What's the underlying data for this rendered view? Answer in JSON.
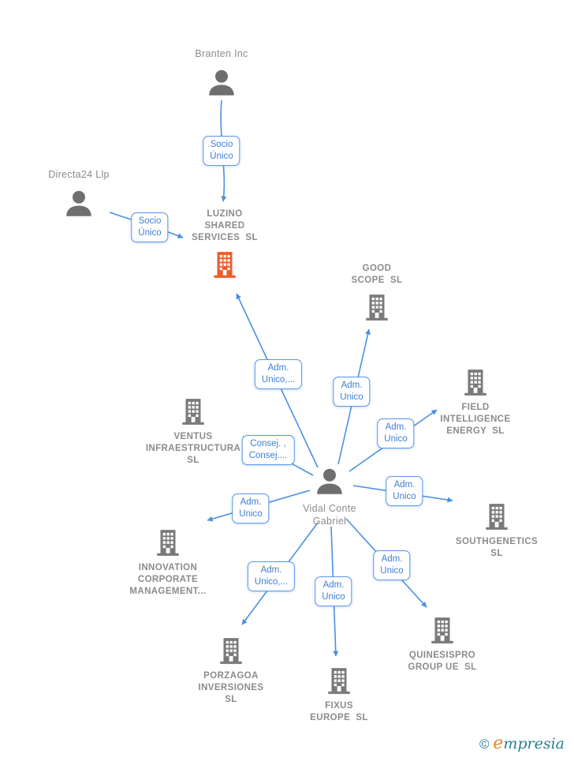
{
  "diagram": {
    "colors": {
      "edge_blue": "#4a8fe2",
      "node_gray": "#7a7a7a",
      "highlight_orange": "#f25a28",
      "brand_teal": "#2a7f8e",
      "brand_orange": "#f08326"
    },
    "nodes": {
      "branten": {
        "label": "Branten Inc",
        "type": "person"
      },
      "directa24": {
        "label": "Directa24 Llp",
        "type": "person"
      },
      "luzino": {
        "label": "LUZINO\nSHARED\nSERVICES  SL",
        "type": "company-highlighted"
      },
      "good_scope": {
        "label": "GOOD\nSCOPE  SL",
        "type": "company"
      },
      "field_intelligence": {
        "label": "FIELD\nINTELLIGENCE\nENERGY  SL",
        "type": "company"
      },
      "ventus": {
        "label": "VENTUS\nINFRAESTRUCTURA\nSL",
        "type": "company"
      },
      "vidal": {
        "label": "Vidal Conte\nGabriel",
        "type": "person"
      },
      "southgenetics": {
        "label": "SOUTHGENETICS\nSL",
        "type": "company"
      },
      "innovation": {
        "label": "INNOVATION\nCORPORATE\nMANAGEMENT...",
        "type": "company"
      },
      "porzagoa": {
        "label": "PORZAGOA\nINVERSIONES\nSL",
        "type": "company"
      },
      "fixus": {
        "label": "FIXUS\nEUROPE  SL",
        "type": "company"
      },
      "quinesispro": {
        "label": "QUINESISPRO\nGROUP UE  SL",
        "type": "company"
      }
    },
    "edge_labels": {
      "socio_unico_branten": "Socio\nÚnico",
      "socio_unico_directa24": "Socio\nÚnico",
      "adm_unico_luzino": "Adm.\nUnico,...",
      "adm_unico_good_scope": "Adm.\nUnico",
      "adm_unico_field": "Adm.\nUnico",
      "consej_ventus": "Consej. ,\nConsej....",
      "adm_unico_southgenetics": "Adm.\nUnico",
      "adm_unico_innovation": "Adm.\nUnico",
      "adm_unico_porzagoa": "Adm.\nUnico,...",
      "adm_unico_fixus": "Adm.\nUnico",
      "adm_unico_quinesispro": "Adm.\nUnico"
    },
    "footer": {
      "copyright": "©",
      "brand_first": "e",
      "brand_rest": "mpresia"
    }
  }
}
